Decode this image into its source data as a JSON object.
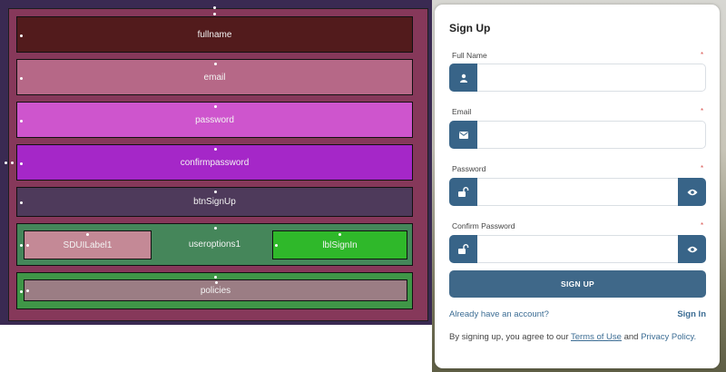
{
  "wireframe": {
    "fullname": "fullname",
    "email": "email",
    "password": "password",
    "confirmpassword": "confirmpassword",
    "btnSignUp": "btnSignUp",
    "useroptions": "useroptions1",
    "sdui_label": "SDUILabel1",
    "lbl_signin": "lblSignIn",
    "policies": "policies"
  },
  "signup": {
    "title": "Sign Up",
    "required_mark": "*",
    "fields": {
      "fullname": {
        "label": "Full Name",
        "value": "",
        "icon": "user-icon"
      },
      "email": {
        "label": "Email",
        "value": "",
        "icon": "envelope-icon"
      },
      "password": {
        "label": "Password",
        "value": "",
        "icon": "unlock-icon"
      },
      "confirm_password": {
        "label": "Confirm Password",
        "value": "",
        "icon": "unlock-icon"
      }
    },
    "button_label": "SIGN UP",
    "already_text": "Already have an account?",
    "signin_link": "Sign In",
    "policy_prefix": "By signing up, you agree to our ",
    "terms_link": "Terms of Use",
    "policy_and": " and ",
    "privacy_link": "Privacy Policy",
    "policy_suffix": "."
  },
  "colors": {
    "accent": "#386488",
    "link": "#3c6d94",
    "required": "#d9534f"
  }
}
